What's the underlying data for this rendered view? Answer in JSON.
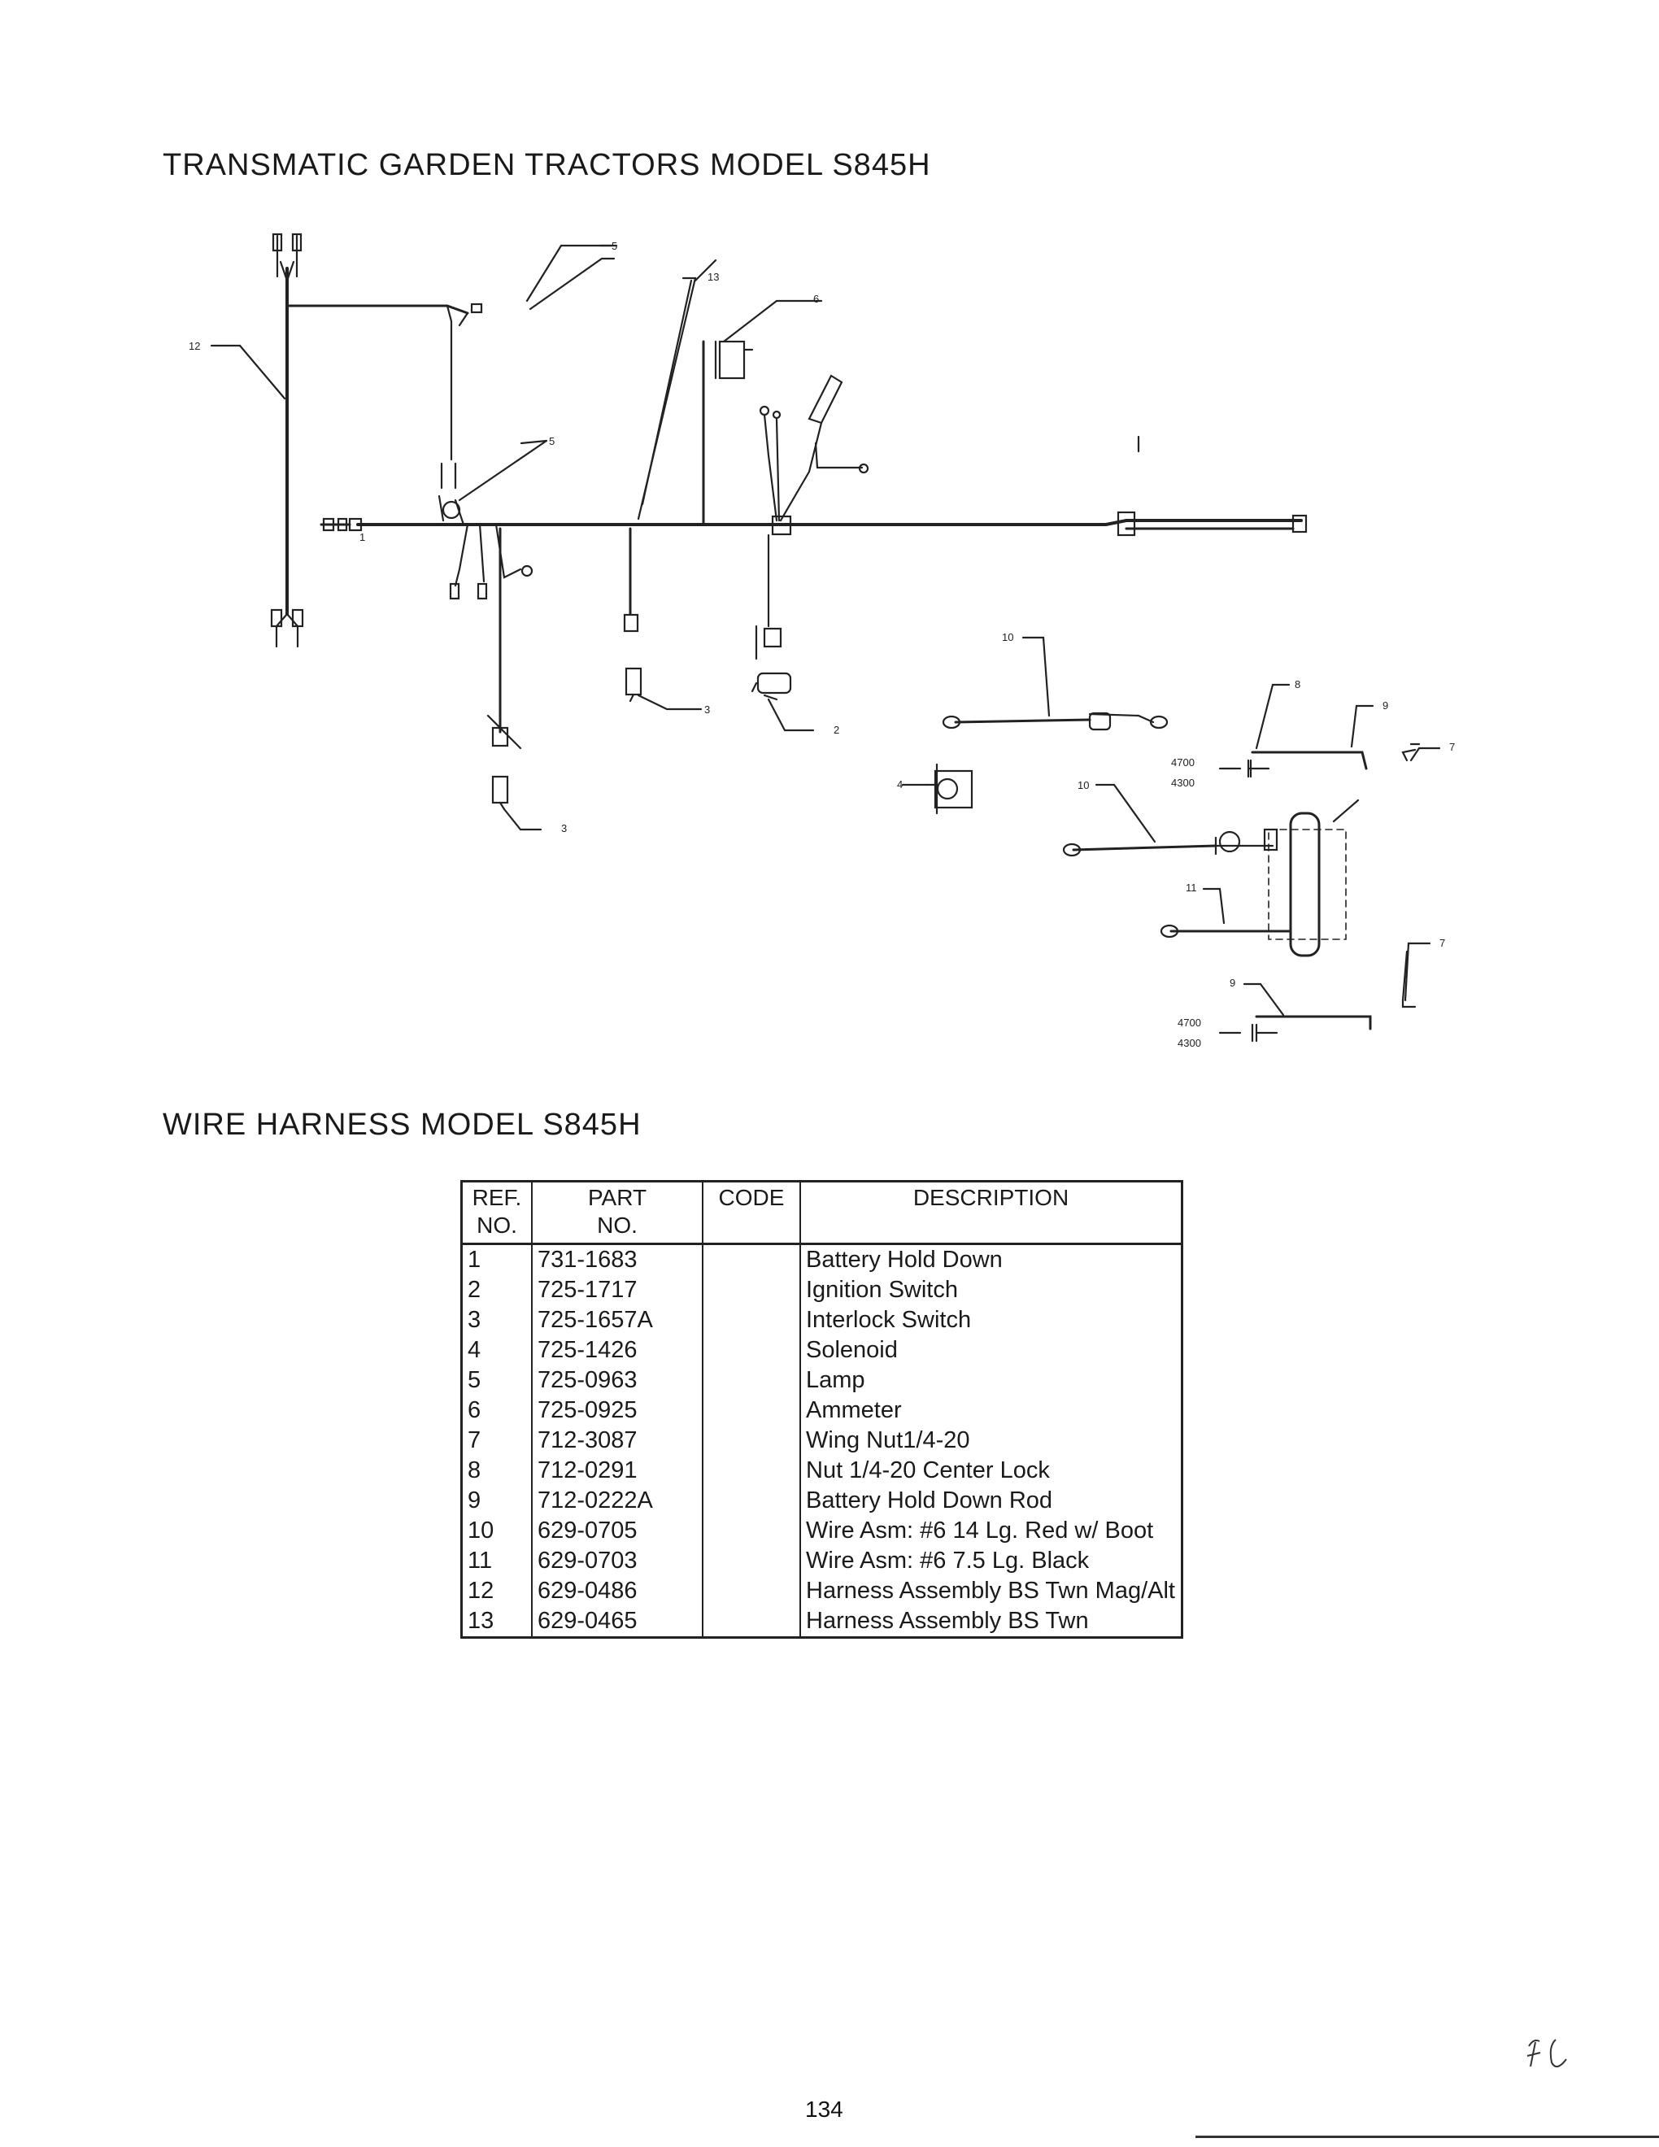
{
  "header": {
    "title": "TRANSMATIC GARDEN TRACTORS MODEL S845H"
  },
  "diagram": {
    "callouts": [
      "1",
      "2",
      "3",
      "3",
      "4",
      "5",
      "5",
      "6",
      "7",
      "7",
      "8",
      "9",
      "9",
      "10",
      "10",
      "11",
      "12",
      "13"
    ],
    "dimensions": {
      "upper_4700": "4700",
      "upper_4300": "4300",
      "lower_4700": "4700",
      "lower_4300": "4300"
    }
  },
  "table": {
    "heading": "WIRE HARNESS MODEL S845H",
    "columns": {
      "ref_line1": "REF.",
      "ref_line2": "NO.",
      "part_line1": "PART",
      "part_line2": "NO.",
      "code": "CODE",
      "description": "DESCRIPTION"
    },
    "rows": [
      {
        "ref": "1",
        "part": "731-1683",
        "code": "",
        "description": "Battery Hold Down"
      },
      {
        "ref": "2",
        "part": "725-1717",
        "code": "",
        "description": "Ignition Switch"
      },
      {
        "ref": "3",
        "part": "725-1657A",
        "code": "",
        "description": "Interlock Switch"
      },
      {
        "ref": "4",
        "part": "725-1426",
        "code": "",
        "description": "Solenoid"
      },
      {
        "ref": "5",
        "part": "725-0963",
        "code": "",
        "description": "Lamp"
      },
      {
        "ref": "6",
        "part": "725-0925",
        "code": "",
        "description": "Ammeter"
      },
      {
        "ref": "7",
        "part": "712-3087",
        "code": "",
        "description": "Wing Nut1/4-20"
      },
      {
        "ref": "8",
        "part": "712-0291",
        "code": "",
        "description": "Nut 1/4-20 Center Lock"
      },
      {
        "ref": "9",
        "part": "712-0222A",
        "code": "",
        "description": "Battery Hold Down Rod"
      },
      {
        "ref": "10",
        "part": "629-0705",
        "code": "",
        "description": "Wire Asm: #6 14 Lg. Red w/ Boot"
      },
      {
        "ref": "11",
        "part": "629-0703",
        "code": "",
        "description": "Wire Asm: #6 7.5 Lg. Black"
      },
      {
        "ref": "12",
        "part": "629-0486",
        "code": "",
        "description": "Harness Assembly BS Twn Mag/Alt"
      },
      {
        "ref": "13",
        "part": "629-0465",
        "code": "",
        "description": "Harness Assembly BS Twn"
      }
    ]
  },
  "footer": {
    "page_number": "134"
  }
}
